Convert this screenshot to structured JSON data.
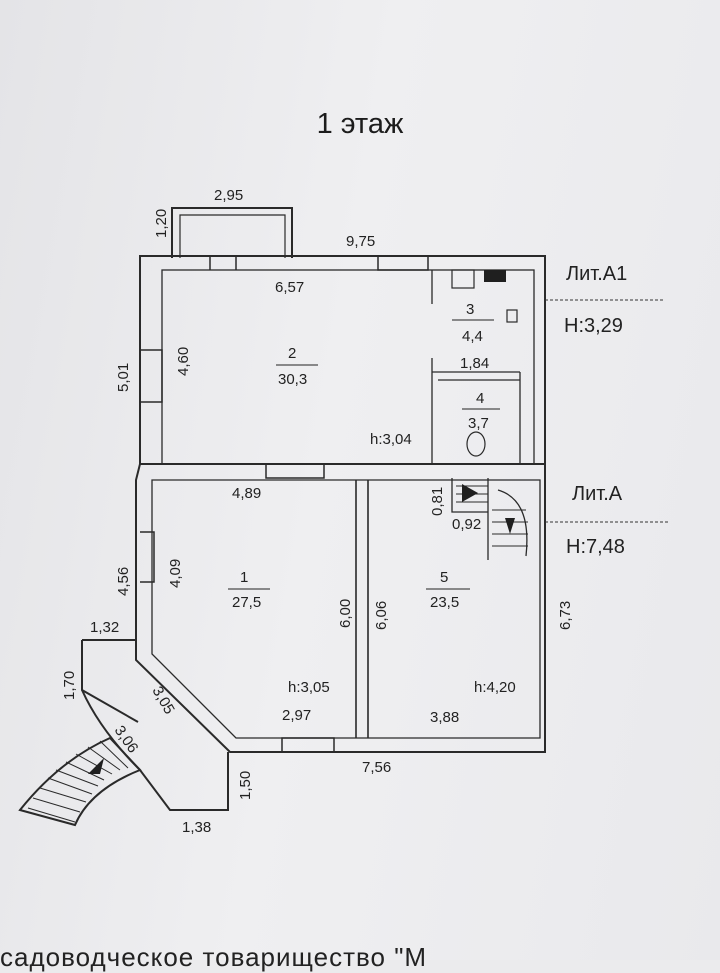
{
  "floor_title": "1 этаж",
  "annex": {
    "lit": "Лит.А1",
    "height": "Н:3,29"
  },
  "main_building": {
    "lit": "Лит.А",
    "height": "Н:7,48"
  },
  "rooms": [
    {
      "number": "1",
      "area": "27,5",
      "height": "h:3,05"
    },
    {
      "number": "2",
      "area": "30,3",
      "height": "h:3,04"
    },
    {
      "number": "3",
      "area": "4,4"
    },
    {
      "number": "4",
      "area": "3,7"
    },
    {
      "number": "5",
      "area": "23,5",
      "height": "h:4,20"
    }
  ],
  "dimensions": {
    "porch_top_width": "2,95",
    "porch_depth": "1,20",
    "annex_length": "9,75",
    "annex_inner_length": "6,57",
    "annex_left_outer": "5,01",
    "annex_left_inner": "4,60",
    "room4_width": "1,84",
    "room1_top": "4,89",
    "stair_depth": "0,81",
    "stair_width": "0,92",
    "room1_left_outer": "4,56",
    "room1_left_inner": "4,09",
    "room1_right": "6,00",
    "room5_left": "6,06",
    "main_right": "6,73",
    "porch_left_width": "1,32",
    "porch_left_height": "1,70",
    "bay_diag": "3,05",
    "stair_diag": "3,06",
    "room1_bottom": "2,97",
    "room5_bottom": "3,88",
    "main_bottom": "7,56",
    "porch_bottom_height": "1,50",
    "porch_bottom_width": "1,38"
  },
  "footer_text": "садоводческое товарищество \"М"
}
